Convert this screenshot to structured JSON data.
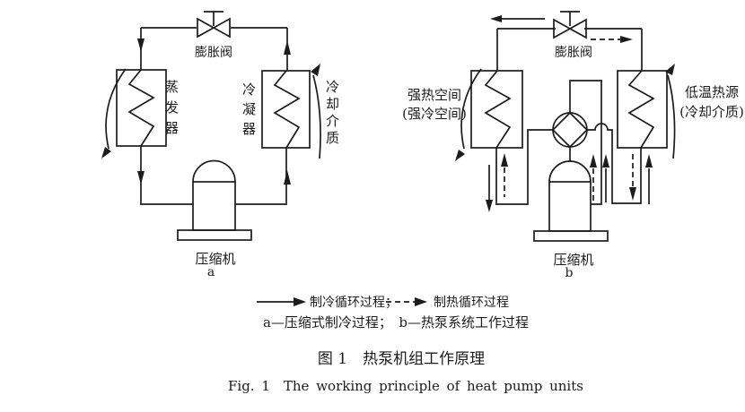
{
  "figure": {
    "a": {
      "valve": "膨胀阀",
      "evaporator": "蒸发器",
      "condenser": "冷凝器",
      "cooling_medium": "冷却介质",
      "compressor": "压缩机",
      "tag": "a"
    },
    "b": {
      "valve": "膨胀阀",
      "space_line1": "强热空间",
      "space_line2": "(强冷空间)",
      "source_line1": "低温热源",
      "source_line2": "(冷却介质)",
      "compressor": "压缩机",
      "tag": "b"
    },
    "legend": {
      "solid_arrow_label": "制冷循环过程；",
      "dashed_arrow_label": "制热循环过程",
      "note": "a—压缩式制冷过程；　b—热泵系统工作过程"
    },
    "caption_zh": "图 1　热泵机组工作原理",
    "caption_en": "Fig. 1　The working principle of heat pump units",
    "colors": {
      "ink": "#1c1c1c",
      "background": "#ffffff"
    }
  }
}
